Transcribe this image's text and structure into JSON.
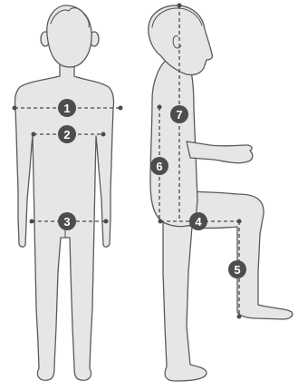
{
  "figure": {
    "views": [
      "front",
      "side"
    ]
  },
  "measurements": [
    {
      "label": "1"
    },
    {
      "label": "2"
    },
    {
      "label": "3"
    },
    {
      "label": "4"
    },
    {
      "label": "5"
    },
    {
      "label": "6"
    },
    {
      "label": "7"
    }
  ],
  "colors": {
    "body_fill": "#e6e6e7",
    "outline": "#5a5a5c",
    "badge": "#4d4d4f",
    "badge_text": "#ffffff"
  }
}
